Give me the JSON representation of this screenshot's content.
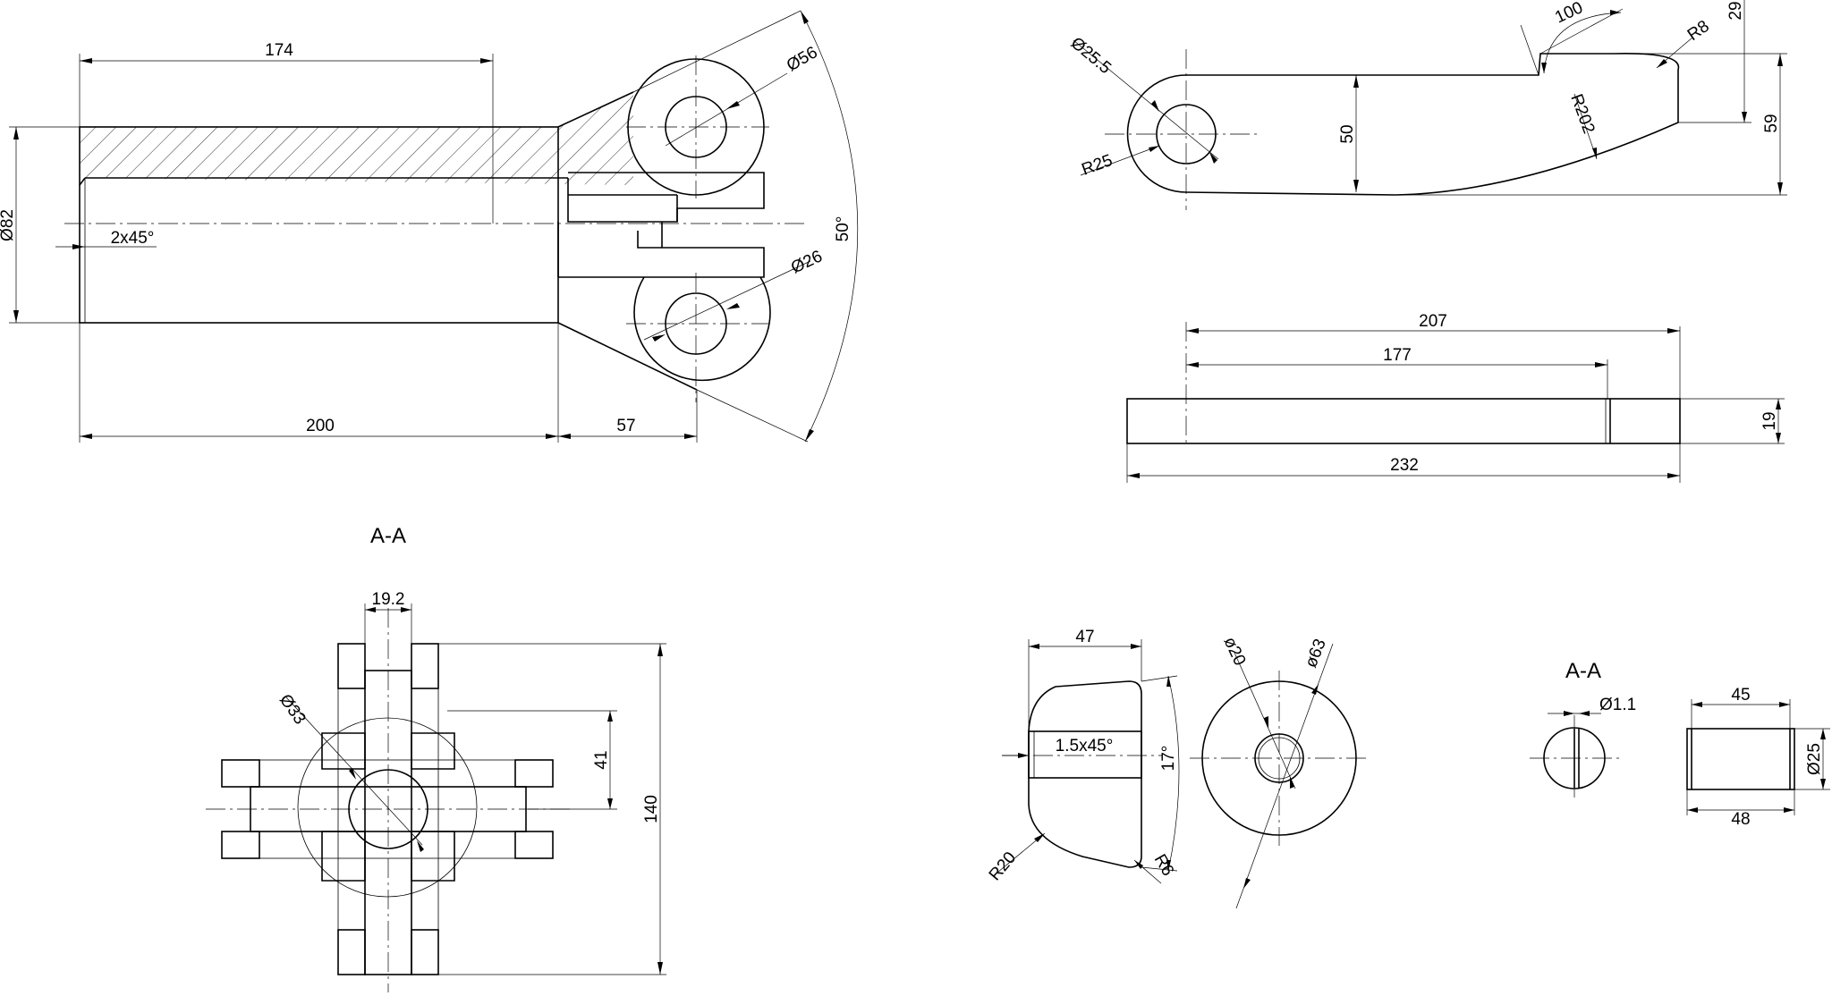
{
  "views": {
    "main_assembly": {
      "dims": {
        "len_174": "174",
        "len_200": "200",
        "len_57": "57",
        "dia_82": "Ø82",
        "chamfer": "2x45°",
        "dia_56": "Ø56",
        "dia_26": "Ø26",
        "angle_50": "50°"
      }
    },
    "section_aa_cross": {
      "title": "A-A",
      "dims": {
        "width_19_2": "19.2",
        "dia_33": "Ø33",
        "height_41": "41",
        "height_140": "140"
      }
    },
    "lever_top": {
      "dims": {
        "angle_100": "100",
        "dia_25_5": "Ø25.5",
        "r_25": "R25",
        "height_50": "50",
        "r_202": "R202",
        "r_8": "R8",
        "height_29": "29",
        "height_59": "59"
      }
    },
    "lever_side": {
      "dims": {
        "len_207": "207",
        "len_177": "177",
        "len_232": "232",
        "thk_19": "19"
      }
    },
    "bushing": {
      "dims": {
        "width_47": "47",
        "chamfer": "1.5x45°",
        "angle_17": "17°",
        "r_20": "R20",
        "r_6": "R6",
        "dia_20": "ø20",
        "dia_63": "ø63"
      }
    },
    "pin": {
      "title": "A-A",
      "dims": {
        "dia_1_1": "Ø1.1",
        "len_45": "45",
        "len_48": "48",
        "dia_25": "Ø25"
      }
    }
  }
}
